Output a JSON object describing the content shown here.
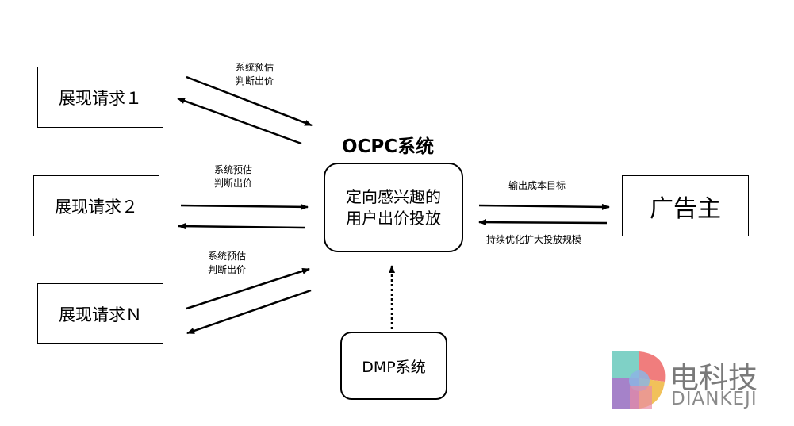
{
  "requests": [
    {
      "label": "展现请求１",
      "edge_label_line1": "系统预估",
      "edge_label_line2": "判断出价"
    },
    {
      "label": "展现请求２",
      "edge_label_line1": "系统预估",
      "edge_label_line2": "判断出价"
    },
    {
      "label": "展现请求Ｎ",
      "edge_label_line1": "系统预估",
      "edge_label_line2": "判断出价"
    }
  ],
  "center": {
    "title": "OCPC系统",
    "line1": "定向感兴趣的",
    "line2": "用户出价投放"
  },
  "advertiser": {
    "label": "广告主",
    "top_edge_label": "输出成本目标",
    "bottom_edge_label": "持续优化扩大投放规模"
  },
  "dmp": {
    "label": "DMP系统"
  },
  "logo": {
    "cn": "电科技",
    "en": "DIANKEJI"
  }
}
